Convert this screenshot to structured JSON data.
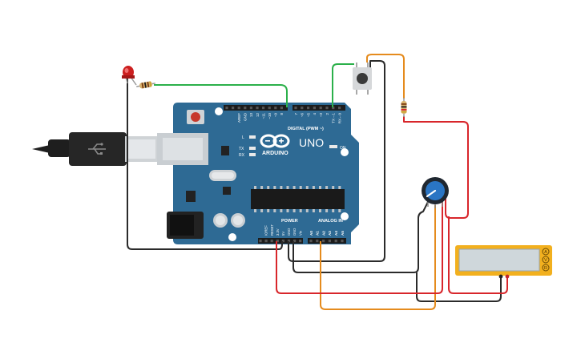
{
  "board": {
    "logo": "ARDUINO",
    "model": "UNO",
    "digital_header_label": "DIGITAL (PWM ~)",
    "power_header_label": "POWER",
    "analog_header_label": "ANALOG IN",
    "on_led_label": "ON",
    "l_led_label": "L",
    "tx_led_label": "TX",
    "rx_led_label": "RX",
    "digital_pins": [
      "AREF",
      "GND",
      "13",
      "12",
      "~11",
      "~10",
      "~9",
      "8",
      "7",
      "~6",
      "~5",
      "4",
      "~3",
      "2",
      "TX→1",
      "RX←0"
    ],
    "power_pins": [
      "IOREF",
      "RESET",
      "3.3V",
      "5V",
      "GND",
      "GND",
      "Vin"
    ],
    "analog_pins": [
      "A0",
      "A1",
      "A2",
      "A3",
      "A4",
      "A5"
    ]
  },
  "multimeter": {
    "display": "",
    "mode_buttons": [
      "A",
      "V",
      "R"
    ]
  },
  "colors": {
    "board": "#2e6a94",
    "wire_green": "#2bb04a",
    "wire_black": "#2b2b2b",
    "wire_red": "#d8262b",
    "wire_orange": "#e58b1d",
    "multimeter": "#f2b01e",
    "led": "#cc1f1f"
  },
  "icons": {
    "usb": "usb-icon",
    "logo": "infinity-logo-icon"
  }
}
